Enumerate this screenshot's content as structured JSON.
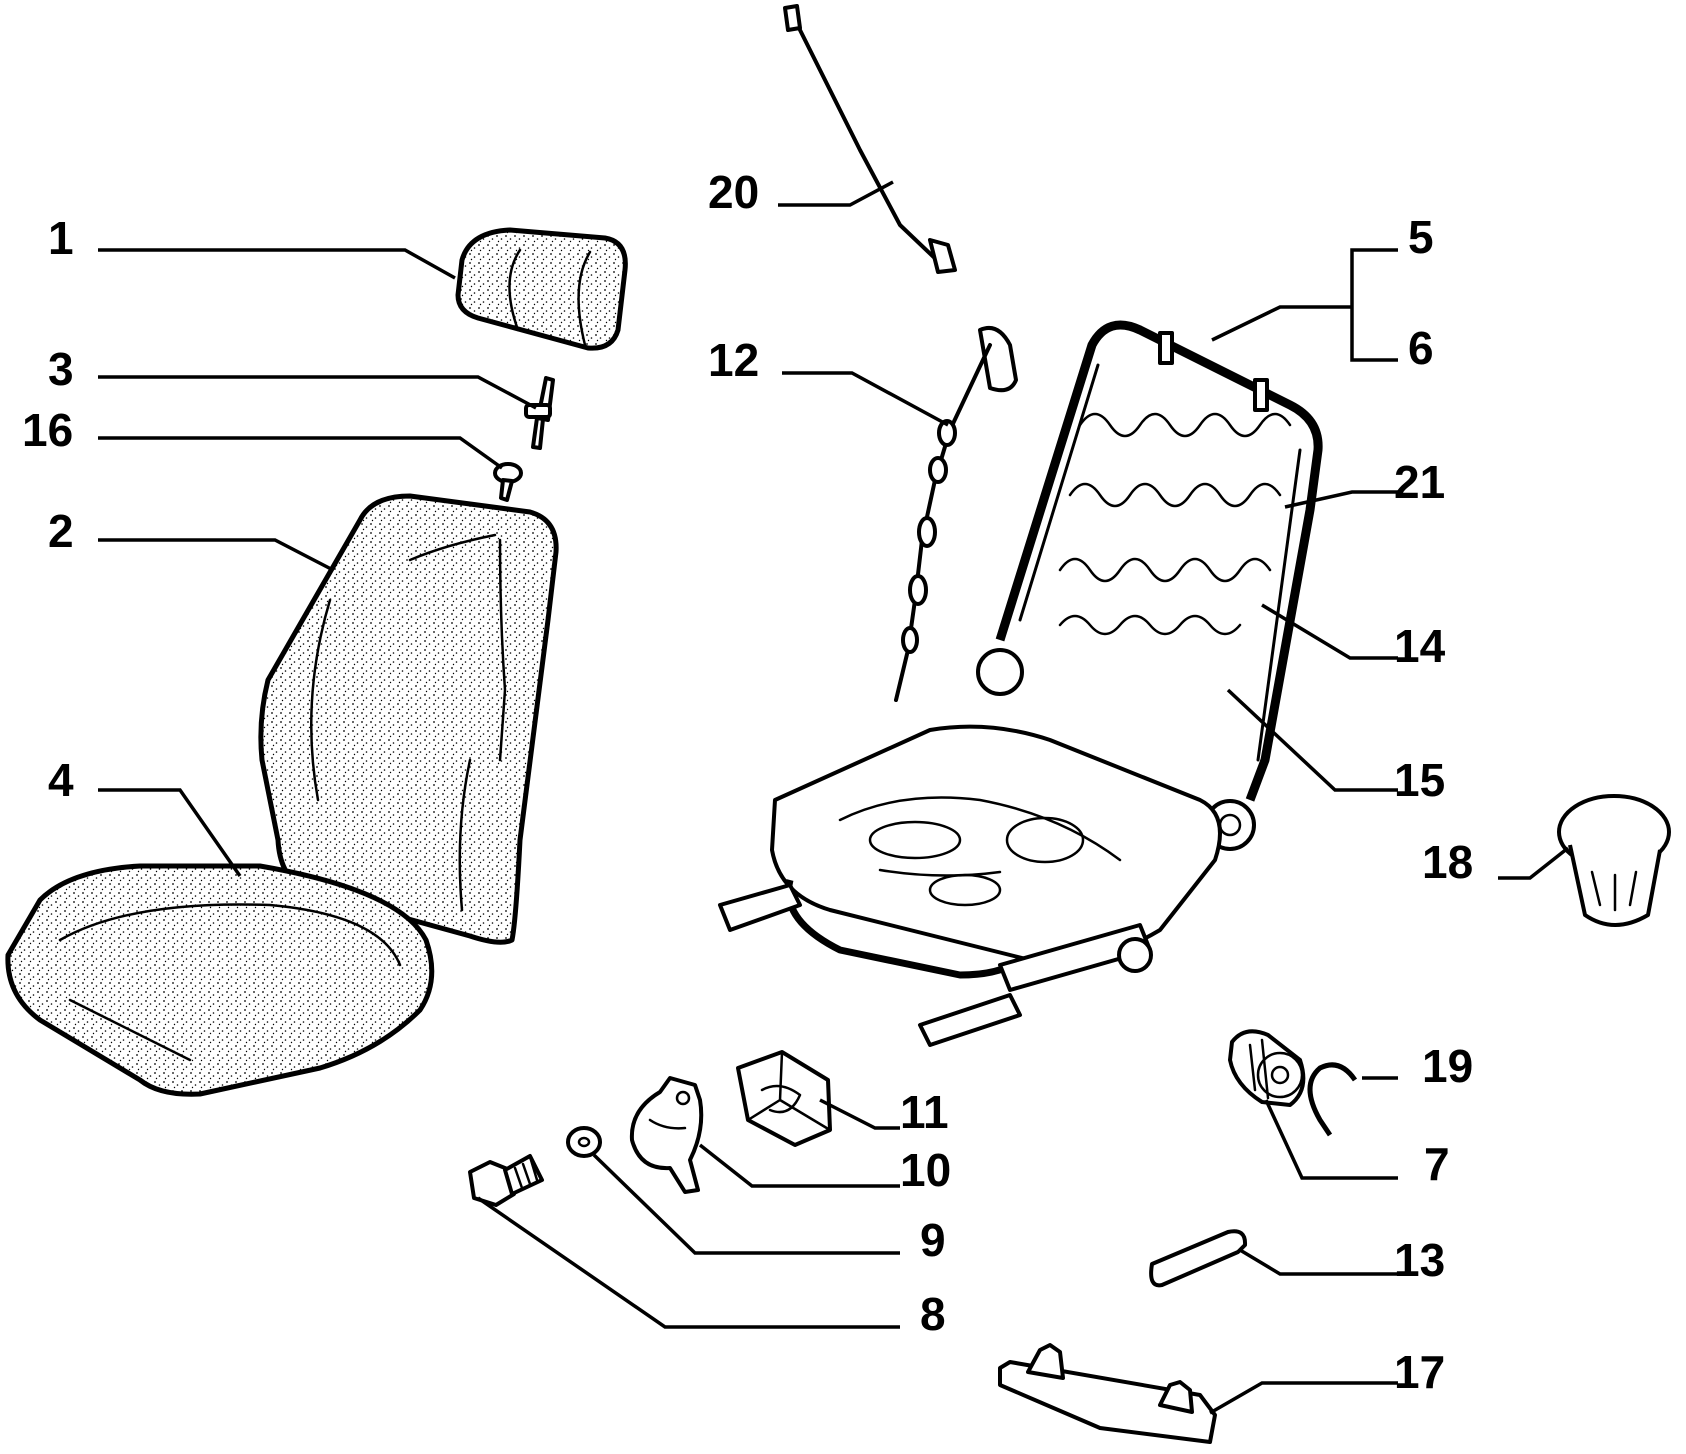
{
  "labels": {
    "l1": "1",
    "l2": "2",
    "l3": "3",
    "l4": "4",
    "l5": "5",
    "l6": "6",
    "l7": "7",
    "l8": "8",
    "l9": "9",
    "l10": "10",
    "l11": "11",
    "l12": "12",
    "l13": "13",
    "l14": "14",
    "l15": "15",
    "l16": "16",
    "l17": "17",
    "l18": "18",
    "l19": "19",
    "l20": "20",
    "l21": "21"
  },
  "colors": {
    "ink": "#000000",
    "paper": "#ffffff"
  }
}
